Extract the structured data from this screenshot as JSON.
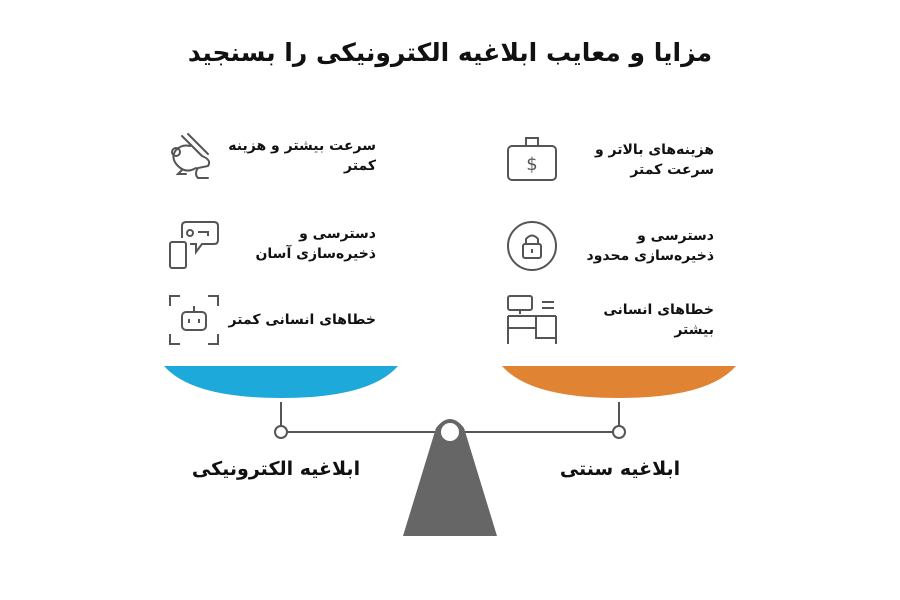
{
  "title": "مزایا و معایب ابلاغیه الکترونیکی را بسنجید",
  "left": {
    "label": "ابلاغیه الکترونیکی",
    "color": "#1DA9DA",
    "items": [
      {
        "icon": "rabbit-icon",
        "text": "سرعت بیشتر و هزینه کمتر"
      },
      {
        "icon": "chat-phone-icon",
        "text": "دسترسی و ذخیره‌سازی آسان"
      },
      {
        "icon": "robot-icon",
        "text": "خطاهای انسانی کمتر"
      }
    ]
  },
  "right": {
    "label": "ابلاغیه سنتی",
    "color": "#E08433",
    "items": [
      {
        "icon": "money-bag-icon",
        "text": "هزینه‌های بالاتر و سرعت کمتر"
      },
      {
        "icon": "lock-icon",
        "text": "دسترسی و ذخیره‌سازی محدود"
      },
      {
        "icon": "desk-icon",
        "text": "خطاهای انسانی بیشتر"
      }
    ]
  }
}
